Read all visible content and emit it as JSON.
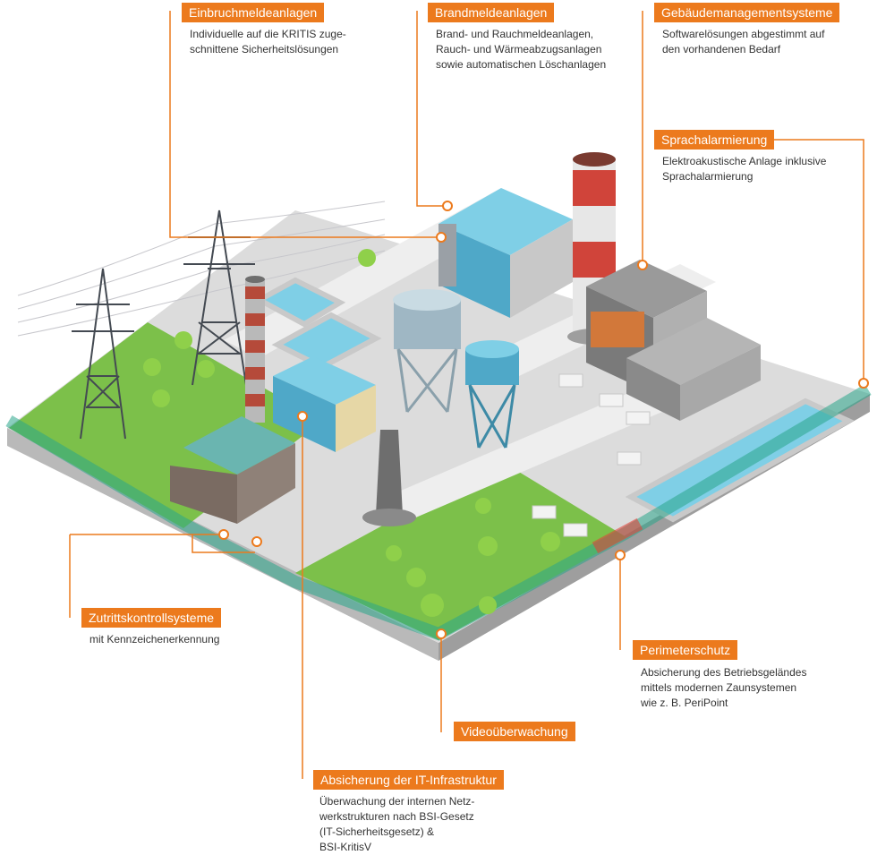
{
  "callouts": {
    "einbruch": {
      "title": "Einbruchmeldeanlagen",
      "lines": [
        "Individuelle auf die KRITIS zuge-",
        "schnittene Sicherheitslösungen"
      ]
    },
    "brand": {
      "title": "Brandmeldeanlagen",
      "lines": [
        "Brand- und Rauchmeldeanlagen,",
        "Rauch- und Wärmeabzugsanlagen",
        "sowie automatischen Löschanlagen"
      ]
    },
    "gebaeude": {
      "title": "Gebäudemanagementsysteme",
      "lines": [
        "Softwarelösungen abgestimmt auf",
        "den vorhandenen Bedarf"
      ]
    },
    "sprach": {
      "title": "Sprachalarmierung",
      "lines": [
        "Elektroakustische Anlage inklusive",
        "Sprachalarmierung"
      ]
    },
    "zutritt": {
      "title": "Zutrittskontrollsysteme",
      "lines": [
        "mit Kennzeichenerkennung"
      ]
    },
    "perimeter": {
      "title": "Perimeterschutz",
      "lines": [
        "Absicherung des Betriebsgeländes",
        "mittels modernen Zaunsystemen",
        "wie z. B. PeriPoint"
      ]
    },
    "video": {
      "title": "Videoüberwachung",
      "lines": []
    },
    "it": {
      "title": "Absicherung der IT-Infrastruktur",
      "lines": [
        "Überwachung der internen Netz-",
        "werkstrukturen nach BSI-Gesetz",
        "(IT-Sicherheitsgesetz) &",
        "BSI-KritisV"
      ]
    }
  },
  "colors": {
    "accent": "#ec7a1d",
    "grass": "#7cc04a",
    "ground": "#dcdcdc",
    "water": "#7fcfe6",
    "fence": "#2aa58a",
    "building": "#5bb8d6",
    "tree": "#8fd04a"
  }
}
